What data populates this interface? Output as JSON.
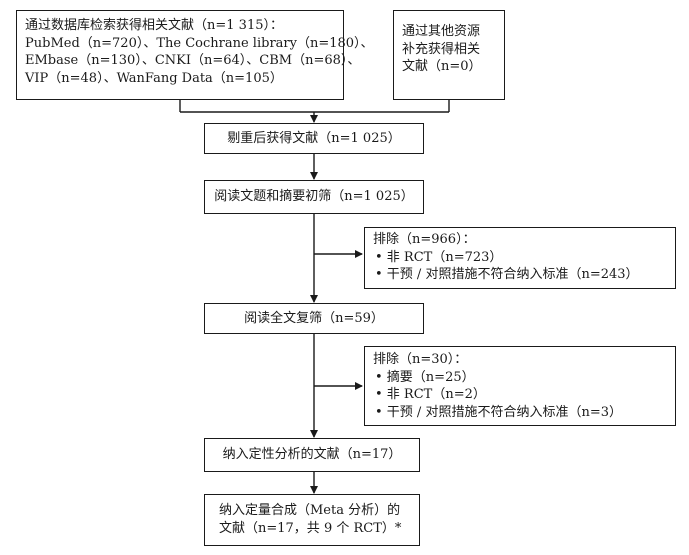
{
  "boxes": {
    "database_search": {
      "lines": [
        "通过数据库检索获得相关文献（n=1 315）：",
        "PubMed（n=720）、The Cochrane library（n=180）、",
        "EMbase（n=130）、CNKI（n=64）、CBM（n=68）、",
        "VIP（n=48）、WanFang Data（n=105）"
      ]
    },
    "other_sources": {
      "lines": [
        "通过其他资源",
        "补充获得相关",
        "文献（n=0）"
      ]
    },
    "dedup": {
      "text": "剔重后获得文献（n=1 025）"
    },
    "title_abstract": {
      "text": "阅读文题和摘要初筛（n=1 025）"
    },
    "exclusion_1": {
      "header": "排除（n=966）：",
      "items": [
        "•  非 RCT（n=723）",
        "•  干预 / 对照措施不符合纳入标准（n=243）"
      ]
    },
    "fulltext": {
      "text": "阅读全文复筛（n=59）"
    },
    "exclusion_2": {
      "header": "排除（n=30）：",
      "items": [
        "•  摘要（n=25）",
        "•  非 RCT（n=2）",
        "•  干预 / 对照措施不符合纳入标准（n=3）"
      ]
    },
    "qualitative": {
      "text": "纳入定性分析的文献（n=17）"
    },
    "quantitative": {
      "lines": [
        "纳入定量合成（Meta 分析）的",
        "文献（n=17，共 9 个 RCT）*"
      ]
    }
  }
}
